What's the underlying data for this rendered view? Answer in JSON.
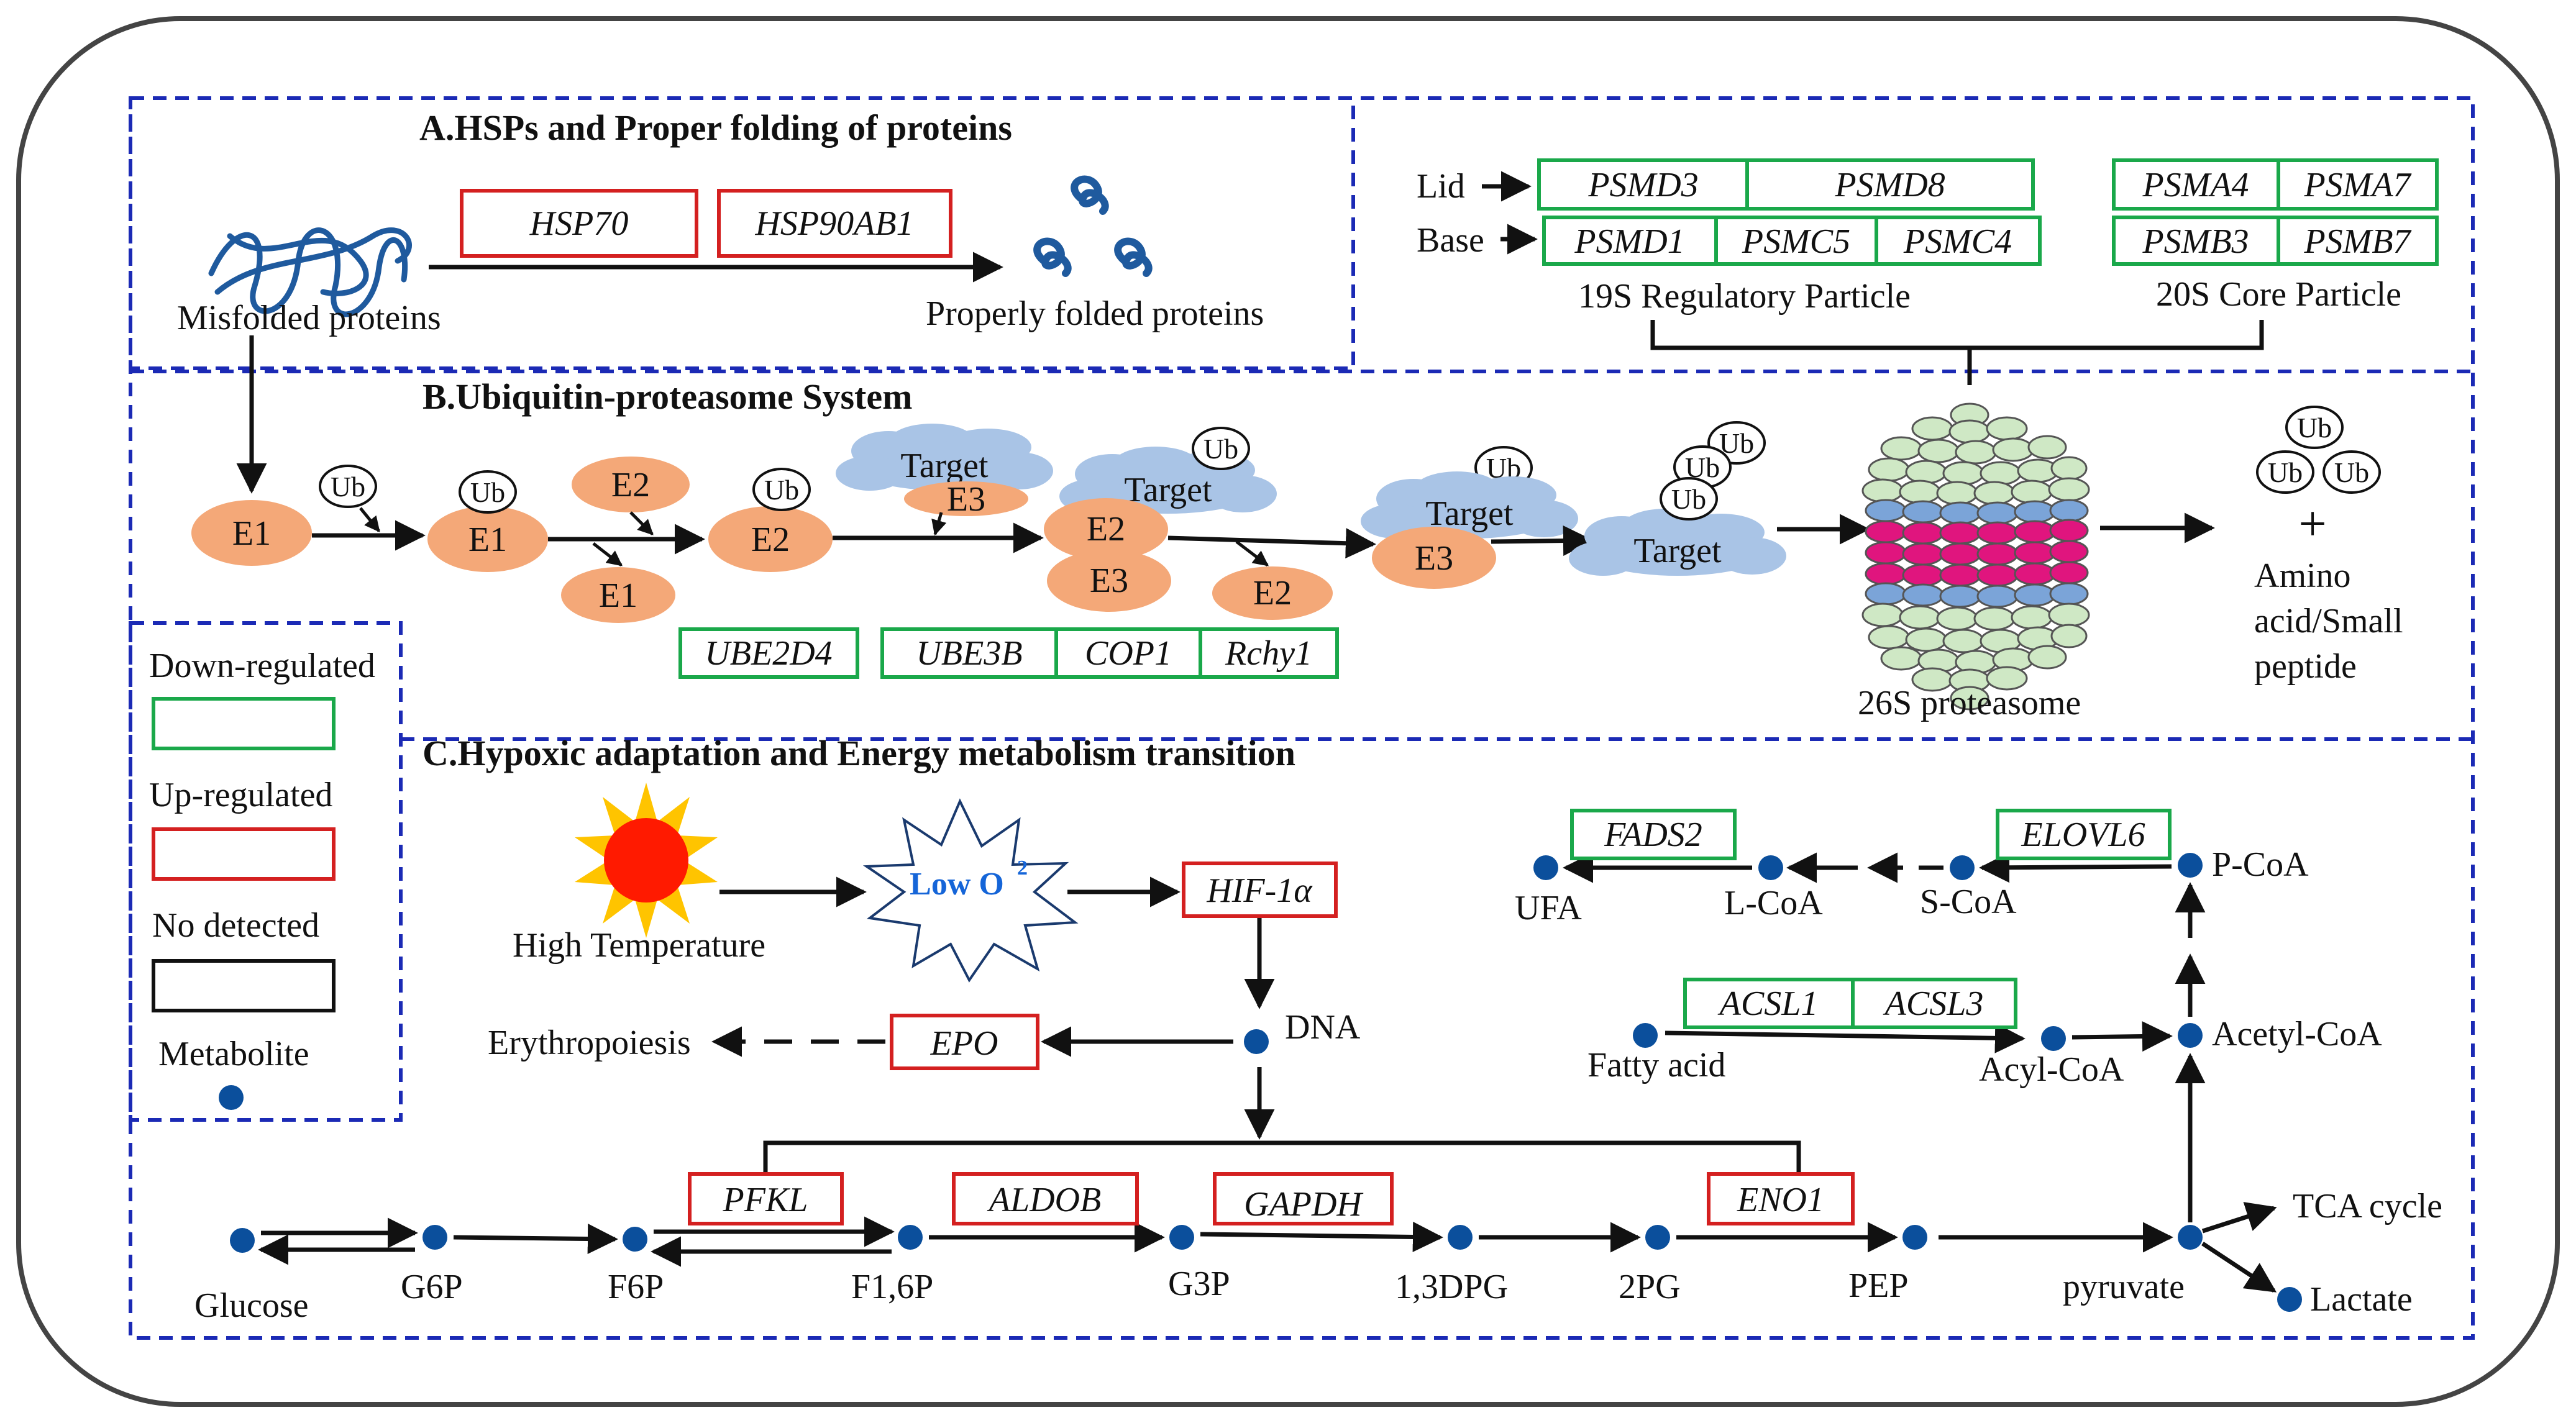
{
  "sections": {
    "a_title": "A.HSPs and Proper folding of proteins",
    "b_title": "B.Ubiquitin-proteasome System",
    "c_title": "C.Hypoxic adaptation and Energy metabolism transition"
  },
  "section_a": {
    "misfolded": "Misfolded proteins",
    "folded": "Properly folded proteins",
    "genes": [
      "HSP70",
      "HSP90AB1"
    ]
  },
  "proteasome": {
    "lid": "Lid",
    "base": "Base",
    "lid_genes": [
      "PSMD3",
      "PSMD8"
    ],
    "base_genes": [
      "PSMD1",
      "PSMC5",
      "PSMC4"
    ],
    "core_genes": [
      "PSMA4",
      "PSMA7",
      "PSMB3",
      "PSMB7"
    ],
    "rp_label": "19S Regulatory Particle",
    "cp_label": "20S Core Particle",
    "label_26s": "26S proteasome"
  },
  "ups": {
    "e1": "E1",
    "e2": "E2",
    "e3": "E3",
    "ub": "Ub",
    "target": "Target",
    "plus": "+",
    "products": [
      "Amino",
      "acid/Small",
      "peptide"
    ],
    "genes_e2": [
      "UBE2D4"
    ],
    "genes_e3": [
      "UBE3B",
      "COP1",
      "Rchy1"
    ]
  },
  "legend": {
    "down": "Down-regulated",
    "up": "Up-regulated",
    "none": "No detected",
    "metabolite": "Metabolite"
  },
  "section_c": {
    "high_temp": "High Temperature",
    "low_o2": "Low O",
    "low_o2_sup": "2",
    "hif": "HIF-1α",
    "dna": "DNA",
    "epo": "EPO",
    "erythro": "Erythropoiesis",
    "glycolysis_genes": [
      "PFKL",
      "ALDOB",
      "GAPDH",
      "ENO1"
    ],
    "metabolites": [
      "Glucose",
      "G6P",
      "F6P",
      "F1,6P",
      "G3P",
      "1,3DPG",
      "2PG",
      "PEP",
      "pyruvate"
    ],
    "tca": "TCA cycle",
    "lactate": "Lactate",
    "acetyl_coa": "Acetyl-CoA",
    "acyl_coa": "Acyl-CoA",
    "fatty_acid": "Fatty acid",
    "p_coa": "P-CoA",
    "s_coa": "S-CoA",
    "l_coa": "L-CoA",
    "ufa": "UFA",
    "lipid_genes": [
      "FADS2",
      "ELOVL6",
      "ACSL1",
      "ACSL3"
    ]
  },
  "colors": {
    "down": "#1aa84a",
    "up": "#d42020",
    "none": "#111111",
    "metabolite": "#0b4f9c",
    "enzyme": "#f4a878",
    "target_cloud": "#a9c4e6",
    "dash": "#1b2ab5",
    "sun": "#ff1a00",
    "sun_rays": "#ffc400",
    "low_o2_text": "#1565d8"
  }
}
